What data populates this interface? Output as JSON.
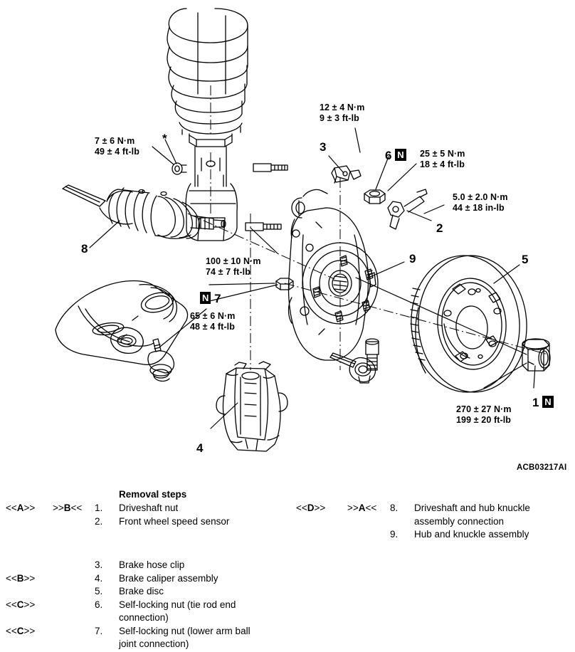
{
  "drawing": {
    "id_code": "ACB03217AI",
    "asterisk_marker": "*",
    "nut_marker_letter": "N"
  },
  "torque_callouts": [
    {
      "key": "strut_to_knuckle",
      "metric": "7 ± 6 N·m",
      "imperial": "49 ± 4 ft-lb"
    },
    {
      "key": "brake_hose_clip",
      "metric": "12 ± 4 N·m",
      "imperial": "9 ± 3 ft-lb"
    },
    {
      "key": "tie_rod_end_nut",
      "metric": "25 ± 5 N·m",
      "imperial": "18 ± 4 ft-lb"
    },
    {
      "key": "wheel_speed_sensor",
      "metric": "5.0 ± 2.0 N·m",
      "imperial": "44 ± 18 in-lb"
    },
    {
      "key": "knuckle_bolt",
      "metric": "100 ± 10 N·m",
      "imperial": "74 ± 7 ft-lb"
    },
    {
      "key": "lower_arm_ball_joint_nut",
      "metric": "65 ± 6 N·m",
      "imperial": "48 ± 4 ft-lb"
    },
    {
      "key": "driveshaft_nut",
      "metric": "270 ± 27 N·m",
      "imperial": "199 ± 20 ft-lb"
    }
  ],
  "index_numbers": {
    "n1": "1",
    "n2": "2",
    "n3": "3",
    "n4": "4",
    "n5": "5",
    "n6": "6",
    "n7": "7",
    "n8": "8",
    "n9": "9"
  },
  "legend": {
    "title": "Removal steps",
    "left_rows": [
      {
        "mark1": "<<A>>",
        "mark1_bold": "A",
        "mark2": ">>B<<",
        "mark2_bold": "B",
        "num": "1.",
        "label": "Driveshaft nut"
      },
      {
        "mark1": "",
        "mark1_bold": "",
        "mark2": "",
        "mark2_bold": "",
        "num": "2.",
        "label": "Front wheel speed sensor"
      },
      {
        "mark1": "",
        "mark1_bold": "",
        "mark2": "",
        "mark2_bold": "",
        "num": "",
        "label": ""
      },
      {
        "mark1": "",
        "mark1_bold": "",
        "mark2": "",
        "mark2_bold": "",
        "num": "",
        "label": ""
      },
      {
        "mark1": "",
        "mark1_bold": "",
        "mark2": "",
        "mark2_bold": "",
        "num": "3.",
        "label": "Brake hose clip"
      },
      {
        "mark1": "<<B>>",
        "mark1_bold": "B",
        "mark2": "",
        "mark2_bold": "",
        "num": "4.",
        "label": "Brake caliper assembly"
      },
      {
        "mark1": "",
        "mark1_bold": "",
        "mark2": "",
        "mark2_bold": "",
        "num": "5.",
        "label": "Brake disc"
      },
      {
        "mark1": "<<C>>",
        "mark1_bold": "C",
        "mark2": "",
        "mark2_bold": "",
        "num": "6.",
        "label": "Self-locking nut (tie rod end"
      },
      {
        "mark1": "",
        "mark1_bold": "",
        "mark2": "",
        "mark2_bold": "",
        "num": "",
        "label": "connection)"
      },
      {
        "mark1": "<<C>>",
        "mark1_bold": "C",
        "mark2": "",
        "mark2_bold": "",
        "num": "7.",
        "label": "Self-locking nut (lower arm ball"
      },
      {
        "mark1": "",
        "mark1_bold": "",
        "mark2": "",
        "mark2_bold": "",
        "num": "",
        "label": "joint connection)"
      }
    ],
    "right_rows": [
      {
        "mark1": "<<D>>",
        "mark1_bold": "D",
        "mark2": ">>A<<",
        "mark2_bold": "A",
        "num": "8.",
        "label": "Driveshaft and hub knuckle"
      },
      {
        "mark1": "",
        "mark1_bold": "",
        "mark2": "",
        "mark2_bold": "",
        "num": "",
        "label": "assembly connection"
      },
      {
        "mark1": "",
        "mark1_bold": "",
        "mark2": "",
        "mark2_bold": "",
        "num": "9.",
        "label": "Hub and knuckle assembly"
      }
    ]
  }
}
